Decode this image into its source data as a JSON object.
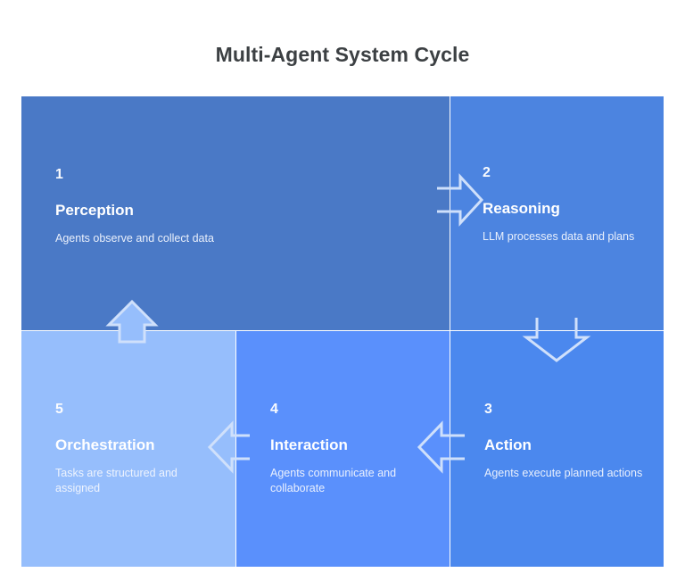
{
  "title": "Multi-Agent System Cycle",
  "diagram": {
    "type": "cycle",
    "background": "#ffffff",
    "title_color": "#3c4043",
    "stages": [
      {
        "number": "1",
        "name": "Perception",
        "description": "Agents observe and collect data",
        "color": "#4a79c6",
        "position": "top-left"
      },
      {
        "number": "2",
        "name": "Reasoning",
        "description": "LLM processes data and plans",
        "color": "#4c84e0",
        "position": "top-right"
      },
      {
        "number": "3",
        "name": "Action",
        "description": "Agents execute planned actions",
        "color": "#4b88ee",
        "position": "bottom-right"
      },
      {
        "number": "4",
        "name": "Interaction",
        "description": "Agents communicate and collaborate",
        "color": "#5a90fc",
        "position": "bottom-center"
      },
      {
        "number": "5",
        "name": "Orchestration",
        "description": "Tasks are structured and assigned",
        "color": "#96befc",
        "position": "bottom-left"
      }
    ],
    "arrows": [
      {
        "name": "perception-to-reasoning",
        "direction": "right"
      },
      {
        "name": "reasoning-to-action",
        "direction": "down"
      },
      {
        "name": "action-to-interaction",
        "direction": "left"
      },
      {
        "name": "interaction-to-orchestration",
        "direction": "left"
      },
      {
        "name": "orchestration-to-perception",
        "direction": "up"
      }
    ]
  }
}
